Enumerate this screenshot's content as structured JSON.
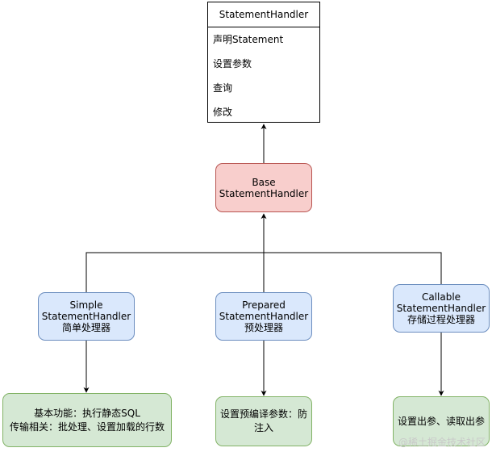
{
  "statement_handler": {
    "title": "StatementHandler",
    "methods": [
      "声明Statement",
      "设置参数",
      "查询",
      "修改"
    ]
  },
  "base_handler": {
    "lines": [
      "Base",
      "StatementHandler"
    ]
  },
  "simple_handler": {
    "lines": [
      "Simple",
      "StatementHandler",
      "简单处理器"
    ]
  },
  "prepared_handler": {
    "lines": [
      "Prepared",
      "StatementHandler",
      "预处理器"
    ]
  },
  "callable_handler": {
    "lines": [
      "Callable",
      "StatementHandler",
      "存储过程处理器"
    ]
  },
  "simple_note": {
    "lines": [
      "基本功能：执行静态SQL",
      "传输相关：批处理、设置加载的行数"
    ]
  },
  "prepared_note": {
    "lines": [
      "设置预编译参数：防",
      "注入"
    ]
  },
  "callable_note": {
    "lines": [
      "设置出参、读取出参"
    ]
  },
  "watermark": "@稀土掘金技术社区",
  "colors": {
    "edge": "#000000",
    "base_fill": "#f8cecc",
    "base_stroke": "#b85450",
    "subclass_fill": "#dae8fc",
    "subclass_stroke": "#6c8ebf",
    "note_fill": "#d5e8d4",
    "note_stroke": "#82b366"
  }
}
